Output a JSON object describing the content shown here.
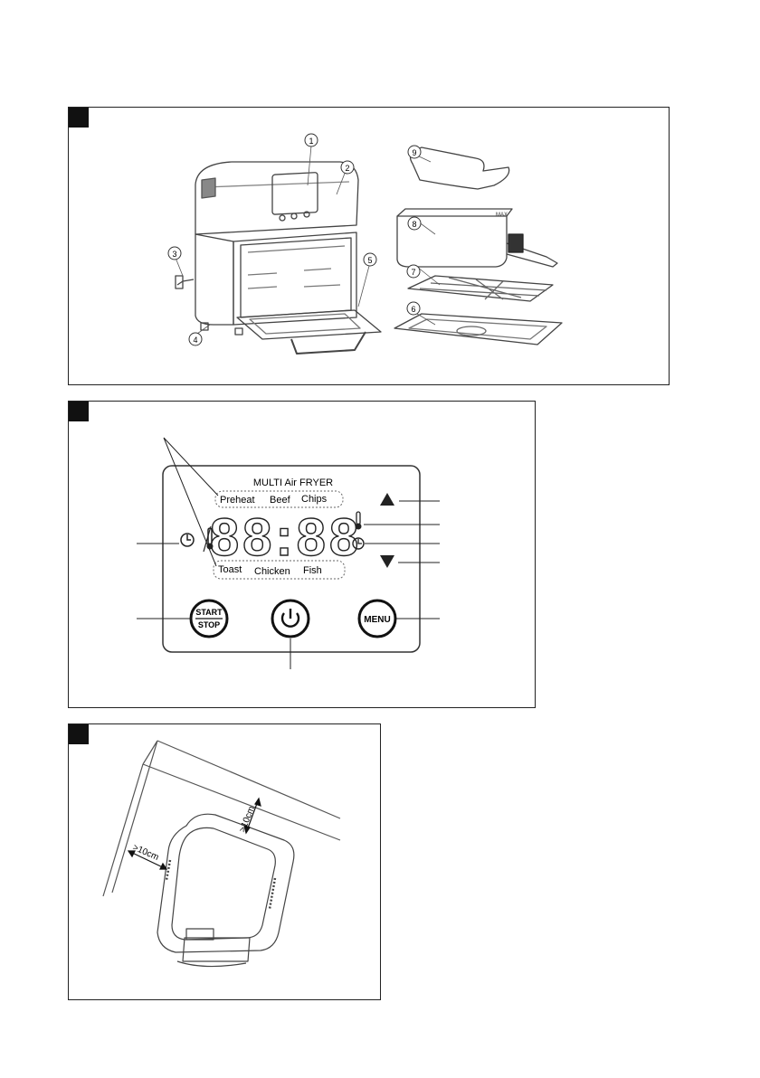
{
  "figure1": {
    "callouts": [
      "1",
      "2",
      "3",
      "4",
      "5",
      "6",
      "7",
      "8",
      "9"
    ],
    "basket_text": "MAX"
  },
  "figure2": {
    "title": "MULTI Air FRYER",
    "presets_top": [
      "Preheat",
      "Beef",
      "Chips"
    ],
    "presets_bottom": [
      "Toast",
      "Chicken",
      "Fish"
    ],
    "display": "88:88",
    "start_line1": "START",
    "start_line2": "STOP",
    "menu": "MENU"
  },
  "figure3": {
    "clearance_side": ">10cm",
    "clearance_back": ">10cm"
  }
}
